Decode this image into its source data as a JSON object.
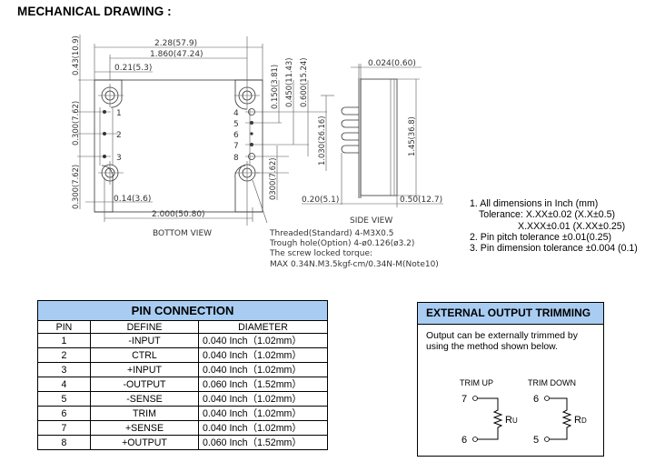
{
  "title": "MECHANICAL DRAWING  :",
  "drawing": {
    "bottom_view": {
      "label": "BOTTOM VIEW",
      "dims": {
        "overall_length": "2.28(57.9)",
        "hole_pitch_top": "1.860(47.24)",
        "pin1_offset": "0.21(5.3)",
        "left_margin": "0.14(3.6)",
        "hole_pitch_bottom": "2.000(50.80)",
        "top_offset": "0.43(10.9)",
        "pin_pitch_1": "0.300(7.62)",
        "pin_pitch_2": "0.300(7.62)",
        "right_150": "0.150(3.81)",
        "right_450": "0.450(11.43)",
        "right_600": "0.600(15.24)",
        "right_300": "0300(7.62)"
      },
      "pins_left": [
        "1",
        "2",
        "3"
      ],
      "pins_right": [
        "4",
        "5",
        "6",
        "7",
        "8"
      ]
    },
    "side_view": {
      "label": "SIDE VIEW",
      "dims": {
        "pin_length": "1.030(26.16)",
        "height": "1.45(36.8)",
        "plate": "0.024(0.60)",
        "pin_offset": "0.20(5.1)",
        "depth": "0.50(12.7)"
      }
    },
    "screw_note": [
      "Threaded(Standard) 4-M3X0.5",
      "Trough hole(Option) 4-ø0.126(ø3.2)",
      "The screw locked torque:",
      "MAX 0.34N.M3.5kgf-cm/0.34N-M(Note10)"
    ]
  },
  "notes": [
    "1. All dimensions in Inch (mm)",
    "Tolerance: X.XX±0.02 (X.X±0.5)",
    "X.XXX±0.01 (X.XX±0.25)",
    "2. Pin pitch tolerance ±0.01(0.25)",
    "3. Pin dimension tolerance ±0.004 (0.1)"
  ],
  "pin_connection": {
    "title": "PIN CONNECTION",
    "columns": [
      "PIN",
      "DEFINE",
      "DIAMETER"
    ],
    "rows": [
      {
        "pin": "1",
        "define": "-INPUT",
        "diameter": "0.040 Inch（1.02mm）"
      },
      {
        "pin": "2",
        "define": "CTRL",
        "diameter": "0.040 Inch（1.02mm）"
      },
      {
        "pin": "3",
        "define": "+INPUT",
        "diameter": "0.040 Inch（1.02mm）"
      },
      {
        "pin": "4",
        "define": "-OUTPUT",
        "diameter": "0.060 Inch（1.52mm）"
      },
      {
        "pin": "5",
        "define": "-SENSE",
        "diameter": "0.040 Inch（1.02mm）"
      },
      {
        "pin": "6",
        "define": "TRIM",
        "diameter": "0.040 Inch（1.02mm）"
      },
      {
        "pin": "7",
        "define": "+SENSE",
        "diameter": "0.040 Inch（1.02mm）"
      },
      {
        "pin": "8",
        "define": "+OUTPUT",
        "diameter": "0.060 Inch（1.52mm）"
      }
    ],
    "header_color": "#a9cdf2"
  },
  "trimming": {
    "title": "EXTERNAL OUTPUT TRIMMING",
    "description_1": "Output can be externally trimmed by",
    "description_2": "using the method shown below.",
    "trim_up": {
      "label": "TRIM UP",
      "top_pin": "7",
      "bottom_pin": "6",
      "resistor": "R",
      "resistor_sub": "U"
    },
    "trim_down": {
      "label": "TRIM DOWN",
      "top_pin": "6",
      "bottom_pin": "5",
      "resistor": "R",
      "resistor_sub": "D"
    }
  }
}
